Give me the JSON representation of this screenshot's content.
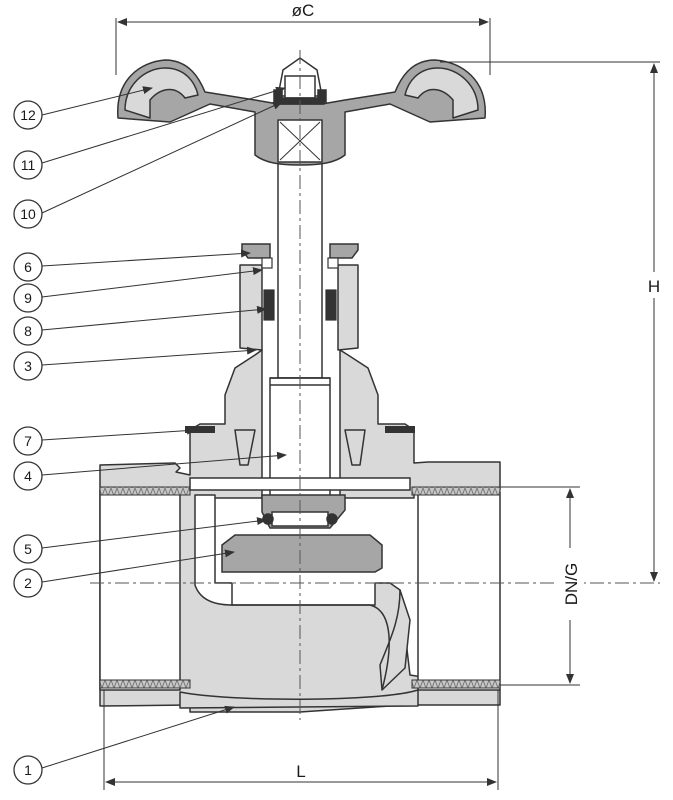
{
  "dimensions": {
    "diameter_c": "øC",
    "height": "H",
    "length": "L",
    "nominal": "DN/G"
  },
  "callouts": [
    "12",
    "11",
    "10",
    "6",
    "9",
    "8",
    "3",
    "7",
    "4",
    "5",
    "2",
    "1"
  ],
  "colors": {
    "body_fill": "#d9d9d9",
    "dark_fill": "#a6a6a6",
    "line": "#333333",
    "thread": "#8f8f8f"
  }
}
